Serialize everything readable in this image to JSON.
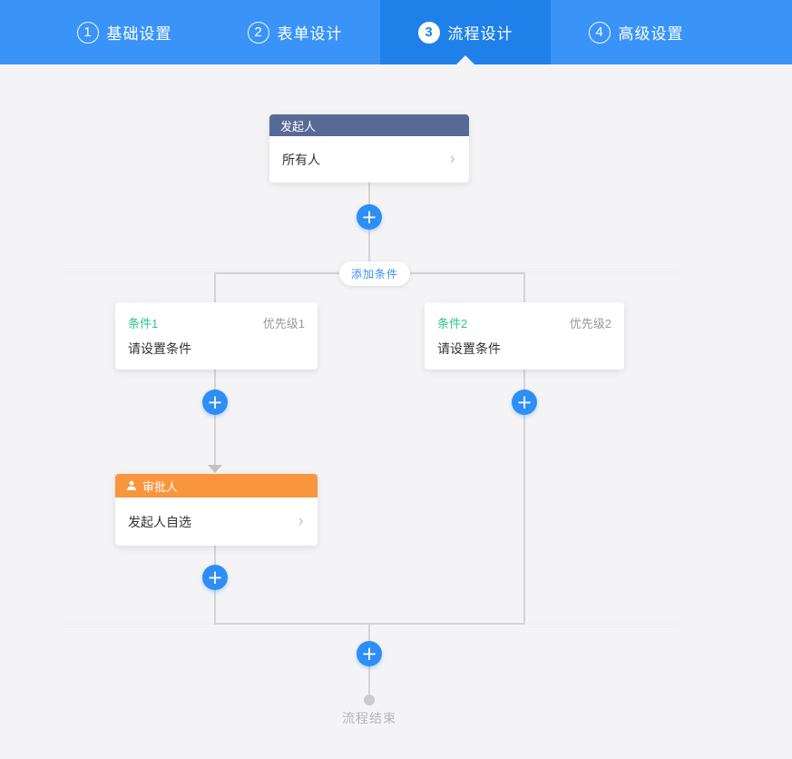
{
  "header": {
    "tabs": [
      {
        "number": "1",
        "label": "基础设置",
        "active": false
      },
      {
        "number": "2",
        "label": "表单设计",
        "active": false
      },
      {
        "number": "3",
        "label": "流程设计",
        "active": true
      },
      {
        "number": "4",
        "label": "高级设置",
        "active": false
      }
    ]
  },
  "flow": {
    "initiator": {
      "title": "发起人",
      "value": "所有人"
    },
    "add_condition_label": "添加条件",
    "conditions": [
      {
        "name": "条件1",
        "priority": "优先级1",
        "value": "请设置条件"
      },
      {
        "name": "条件2",
        "priority": "优先级2",
        "value": "请设置条件"
      }
    ],
    "approver": {
      "title": "审批人",
      "value": "发起人自选"
    },
    "end_label": "流程结束"
  },
  "icons": {
    "plus": "+",
    "chevron_right": "›",
    "person": "person-silhouette"
  },
  "colors": {
    "topbar": "#3a94f7",
    "topbar_active": "#1f80ea",
    "initiator_header": "#576a95",
    "approver_header": "#f9953d",
    "condition_name_green": "#2bc490",
    "plus_blue": "#2f8ef5",
    "add_condition_text": "#3a8ef6",
    "line_gray": "#d4d4d6",
    "canvas_bg": "#f4f4f6"
  }
}
